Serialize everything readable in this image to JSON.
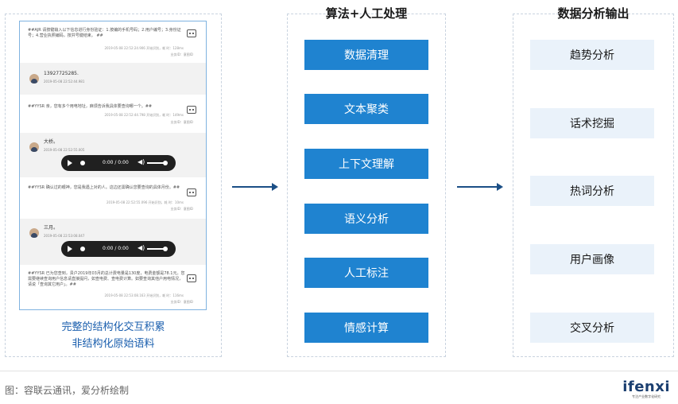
{
  "columns": {
    "middle_title": "算法+人工处理",
    "right_title": "数据分析输出"
  },
  "left_caption": {
    "line1": "完整的结构化交互积累",
    "line2": "非结构化原始语料"
  },
  "chat": {
    "messages": [
      {
        "kind": "bot",
        "text": "##AJR 请按键输入以下信息进行身份验证：1.按编的手机号码；2.用户编号；3.身份证号；4.营业执照编码，按井号键结束。 ##",
        "time": "2019-05-08 22:52:24.906 开始识别，耗 时：128ms",
        "tag": "业务ID：意图ID"
      },
      {
        "kind": "user",
        "name": "13927725285.",
        "time": "2019-05-08 22:52:44.981"
      },
      {
        "kind": "bot",
        "text": "##YYSR 亲，您有多个用电地址，麻烦告诉我具体要查询哪一个。##",
        "time": "2019-05-08 22:52:44.798 开始识别，耗 时：149ms",
        "tag": "业务ID：意图ID"
      },
      {
        "kind": "user",
        "name": "大桥。",
        "time": "2019-05-08 22:52:55.005"
      },
      {
        "kind": "audio",
        "time": "0:00 / 0:00"
      },
      {
        "kind": "bot",
        "text": "##YYSR 确认过的眼神，您是我遇上对的人。这边还需确认您要查询的具体月份。##",
        "time": "2019-05-08 22:52:55.096 开始识别，耗 时：10ms",
        "tag": "业务ID：意图ID"
      },
      {
        "kind": "user",
        "name": "三月。",
        "time": "2019-05-08 22:53:08.047"
      },
      {
        "kind": "audio",
        "time": "0:00 / 0:00"
      },
      {
        "kind": "bot",
        "text": "##YYSR 已为您查到，贵户2019年03月的总计费电量是130度，电费金额是78.1元。您需要继续查询用户信息请直接提问，如查电费、查电费计算。如要查询其他户用电情况，请说「查询其它用户」。##",
        "time": "2019-05-08 22:53:08.163 开始识别，耗 时：116ms",
        "tag": "业务ID：意图ID"
      }
    ]
  },
  "process_steps": [
    "数据清理",
    "文本聚类",
    "上下文理解",
    "语义分析",
    "人工标注",
    "情感计算"
  ],
  "outputs": [
    "趋势分析",
    "话术挖掘",
    "热词分析",
    "用户画像",
    "交叉分析"
  ],
  "footer": {
    "source": "图：容联云通讯，爱分析绘制",
    "logo": "ifenxi",
    "logo_tagline": "专注产业数字化研究"
  },
  "colors": {
    "process_box": "#1f83d0",
    "output_box": "#eaf2fa",
    "arrow": "#1b4f86",
    "caption": "#1b5fae"
  },
  "icons": [
    "robot-icon",
    "user-avatar-icon",
    "play-icon",
    "volume-icon",
    "arrow-right-icon"
  ]
}
